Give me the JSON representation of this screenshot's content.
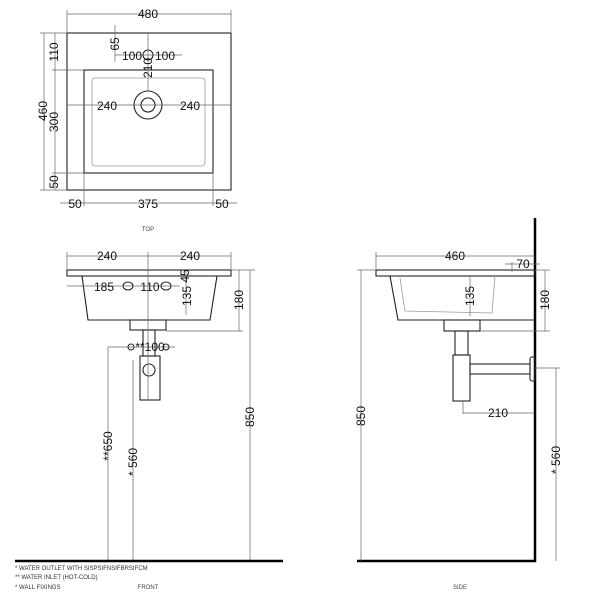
{
  "top_view": {
    "label": "TOP",
    "dims": {
      "width": "480",
      "depth": "460",
      "back": "110",
      "basin": "300",
      "front": "50",
      "left": "50",
      "basin_width": "375",
      "right": "50",
      "tap_offset": "65",
      "tap_left": "100",
      "tap_right": "100",
      "tap_to_drain": "210",
      "drain_left": "240",
      "drain_right": "240"
    }
  },
  "front_view": {
    "label": "FRONT",
    "dims": {
      "left": "240",
      "right": "240",
      "hole_depth": "45",
      "hole_left": "185",
      "hole_spacing": "110",
      "bowl_depth": "135",
      "height": "180",
      "total_height": "850",
      "inlet_spacing": "**100",
      "inlet_height": "**650",
      "outlet_height": "* 560"
    }
  },
  "side_view": {
    "label": "SIDE",
    "dims": {
      "depth": "460",
      "rear": "70",
      "bowl_depth": "135",
      "height": "180",
      "total_height": "850",
      "trap_offset": "210",
      "outlet_height": "* 560"
    }
  },
  "notes": [
    "* WATER OUTLET WITH SISPSIFNSIFBRSIFCM",
    "** WATER INLET  (HOT-COLD)",
    "* WALL FIXINGS"
  ]
}
